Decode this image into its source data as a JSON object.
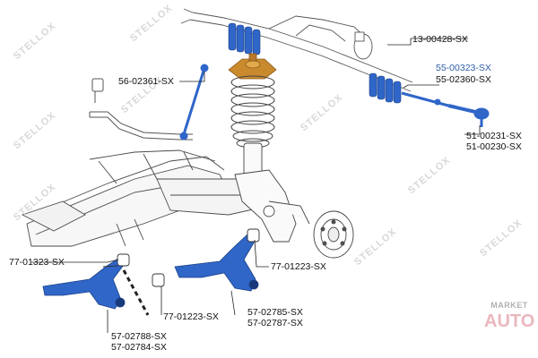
{
  "parts": {
    "p13_00428": "13-00428-SX",
    "p55_00323": "55-00323-SX",
    "p55_02360": "55-02360-SX",
    "p56_02361": "56-02361-SX",
    "p51_00231": "51-00231-SX",
    "p51_00230": "51-00230-SX",
    "p77_01323": "77-01323-SX",
    "p77_01223_right": "77-01223-SX",
    "p77_01223_left": "77-01223-SX",
    "p57_02785": "57-02785-SX",
    "p57_02787": "57-02787-SX",
    "p57_02788": "57-02788-SX",
    "p57_02784": "57-02784-SX"
  },
  "watermark": {
    "text": "STELLOX"
  },
  "badge": {
    "line1": "MARKET",
    "line2": "AUTO"
  },
  "colors": {
    "highlight": "#2f66c8",
    "spring_seat": "#c98a2e",
    "highlight_label": "#2f5fa8"
  }
}
